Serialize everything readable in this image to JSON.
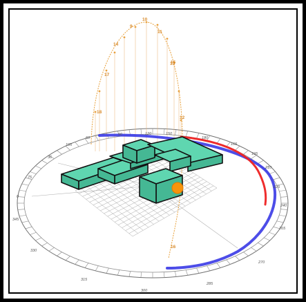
{
  "diagram": {
    "colors": {
      "frame": "#000000",
      "building_fill": "#5fd6b0",
      "building_stroke": "#111111",
      "sun_path": "#e8a03a",
      "sun_marker": "#f7940c",
      "shadow_arc_red": "#ee2222",
      "shadow_arc_blue": "#3a3ae6",
      "grid": "#9a9a9a",
      "ring": "#777777"
    },
    "azimuth_labels": [
      "36",
      "60",
      "90",
      "120",
      "150",
      "180",
      "210",
      "225",
      "240",
      "265",
      "270",
      "285",
      "300",
      "315",
      "330",
      "345",
      "0",
      "75",
      "105",
      "165",
      "195"
    ],
    "hour_labels": [
      "9",
      "10",
      "11",
      "12",
      "13",
      "14",
      "15",
      "16",
      "17",
      "18"
    ],
    "sun_icon": "sun-icon"
  }
}
